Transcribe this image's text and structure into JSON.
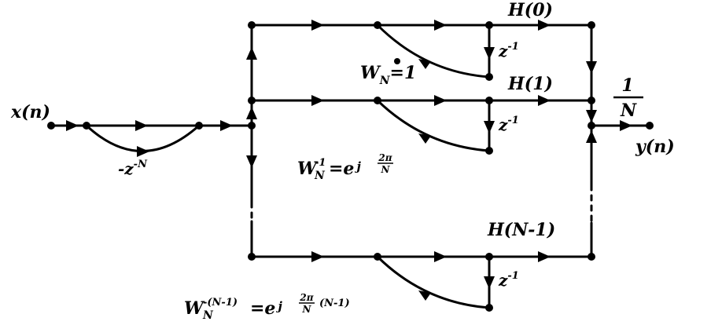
{
  "input_label": "x(n)",
  "output_label": "y(n)",
  "comb_gain": "-z",
  "comb_gain_sup": "-N",
  "scale": {
    "numerator": "1",
    "denominator": "N"
  },
  "branches": [
    {
      "coefficient": "H(0)",
      "delay": "z",
      "delay_sup": "-1",
      "twiddle": {
        "base": "W",
        "sub": "N",
        "rhs": "=1"
      }
    },
    {
      "coefficient": "H(1)",
      "delay": "z",
      "delay_sup": "-1",
      "twiddle": {
        "base": "W",
        "sub": "N",
        "sup": "-1",
        "rhs": "=e",
        "exp_j": "j",
        "exp_num": "2π",
        "exp_den": "N"
      }
    },
    {
      "coefficient": "H(N-1)",
      "delay": "z",
      "delay_sup": "-1",
      "twiddle": {
        "base": "W",
        "sub": "N",
        "sup": "-(N-1)",
        "rhs": "=e",
        "exp_j": "j",
        "exp_num": "2π",
        "exp_den": "N",
        "exp_tail": "(N-1)"
      }
    }
  ]
}
